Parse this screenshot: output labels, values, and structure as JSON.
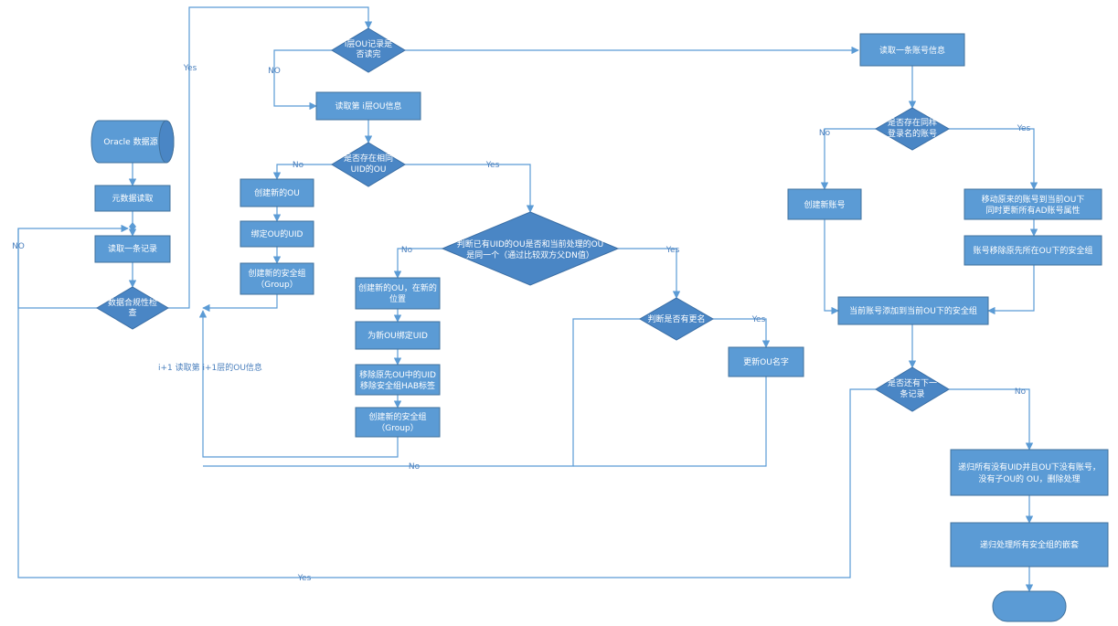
{
  "nodes": {
    "source": "Oracle 数据源",
    "meta": "元数据读取",
    "read_record": "读取一条记录",
    "check": [
      "数据合规性检",
      "查"
    ],
    "level_done": [
      "i层OU记录是",
      "否读完"
    ],
    "read_level_ou": "读取第 i层OU信息",
    "same_uid": [
      "是否存在相同",
      "UID的OU"
    ],
    "create_ou": "创建新的OU",
    "bind_uid": "绑定OU的UID",
    "create_group": [
      "创建新的安全组",
      "（Group）"
    ],
    "same_ou": [
      "判断已有UID的OU是否和当前处理的OU",
      "是同一个（通过比较双方父DN值）"
    ],
    "create_ou_new_pos": [
      "创建新的OU，在新的",
      "位置"
    ],
    "bind_new_uid": "为新OU绑定UID",
    "remove_uid": [
      "移除原先OU中的UID",
      "移除安全组HAB标签"
    ],
    "create_group2": [
      "创建新的安全组",
      "（Group）"
    ],
    "renamed": "判断是否有更名",
    "update_name": "更新OU名字",
    "read_account": "读取一条账号信息",
    "same_login": [
      "是否存在同样",
      "登录名的账号"
    ],
    "create_account": "创建新账号",
    "move_account": [
      "移动原来的账号到当前OU下",
      "同时更新所有AD账号属性"
    ],
    "remove_from_group": "账号移除原先所在OU下的安全组",
    "add_to_group": "当前账号添加到当前OU下的安全组",
    "next_record": [
      "是否还有下一",
      "条记录"
    ],
    "recursive_delete": [
      "递归所有没有UID并且OU下没有账号，",
      "没有子OU的 OU，删除处理"
    ],
    "recursive_groups": "递归处理所有安全组的嵌套",
    "end": ""
  },
  "edges": {
    "check_yes": "Yes",
    "check_no": "NO",
    "level_no": "NO",
    "same_uid_no": "No",
    "same_uid_yes": "Yes",
    "same_ou_no": "No",
    "same_ou_yes": "Yes",
    "renamed_yes": "Yes",
    "renamed_no": "No",
    "login_no": "No",
    "login_yes": "Yes",
    "next_no": "No",
    "next_yes": "Yes"
  },
  "notes": {
    "loop": "i+1 读取第 i+1层的OU信息"
  }
}
